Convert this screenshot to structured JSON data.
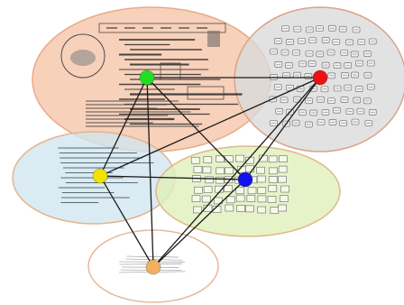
{
  "diagram": {
    "clusters": [
      {
        "id": "green-cluster",
        "fill": "#f5c4a6",
        "stroke": "#e6ac8c",
        "texture": "document-collage"
      },
      {
        "id": "red-cluster",
        "fill": "#dadada",
        "stroke": "#d8a48a",
        "texture": "icon-grid"
      },
      {
        "id": "yellow-cluster",
        "fill": "#cfe6ef",
        "stroke": "#e4b48e",
        "texture": "text-lines"
      },
      {
        "id": "blue-cluster",
        "fill": "#dff0b8",
        "stroke": "#e0b88a",
        "texture": "tile-grid"
      },
      {
        "id": "orange-cluster",
        "fill": "#ffffff",
        "stroke": "#e6b89a",
        "texture": "sketch"
      }
    ],
    "nodes": [
      {
        "id": "green",
        "color": "#22dd22"
      },
      {
        "id": "red",
        "color": "#ee1111"
      },
      {
        "id": "yellow",
        "color": "#f2e200"
      },
      {
        "id": "blue",
        "color": "#1111ee"
      },
      {
        "id": "orange",
        "color": "#f0b060"
      }
    ],
    "edges": [
      [
        "green",
        "red"
      ],
      [
        "green",
        "yellow"
      ],
      [
        "green",
        "blue"
      ],
      [
        "green",
        "orange"
      ],
      [
        "red",
        "yellow"
      ],
      [
        "red",
        "blue"
      ],
      [
        "red",
        "orange"
      ],
      [
        "yellow",
        "blue"
      ],
      [
        "yellow",
        "orange"
      ],
      [
        "blue",
        "orange"
      ]
    ],
    "edge_color": "#1a1a1a"
  }
}
